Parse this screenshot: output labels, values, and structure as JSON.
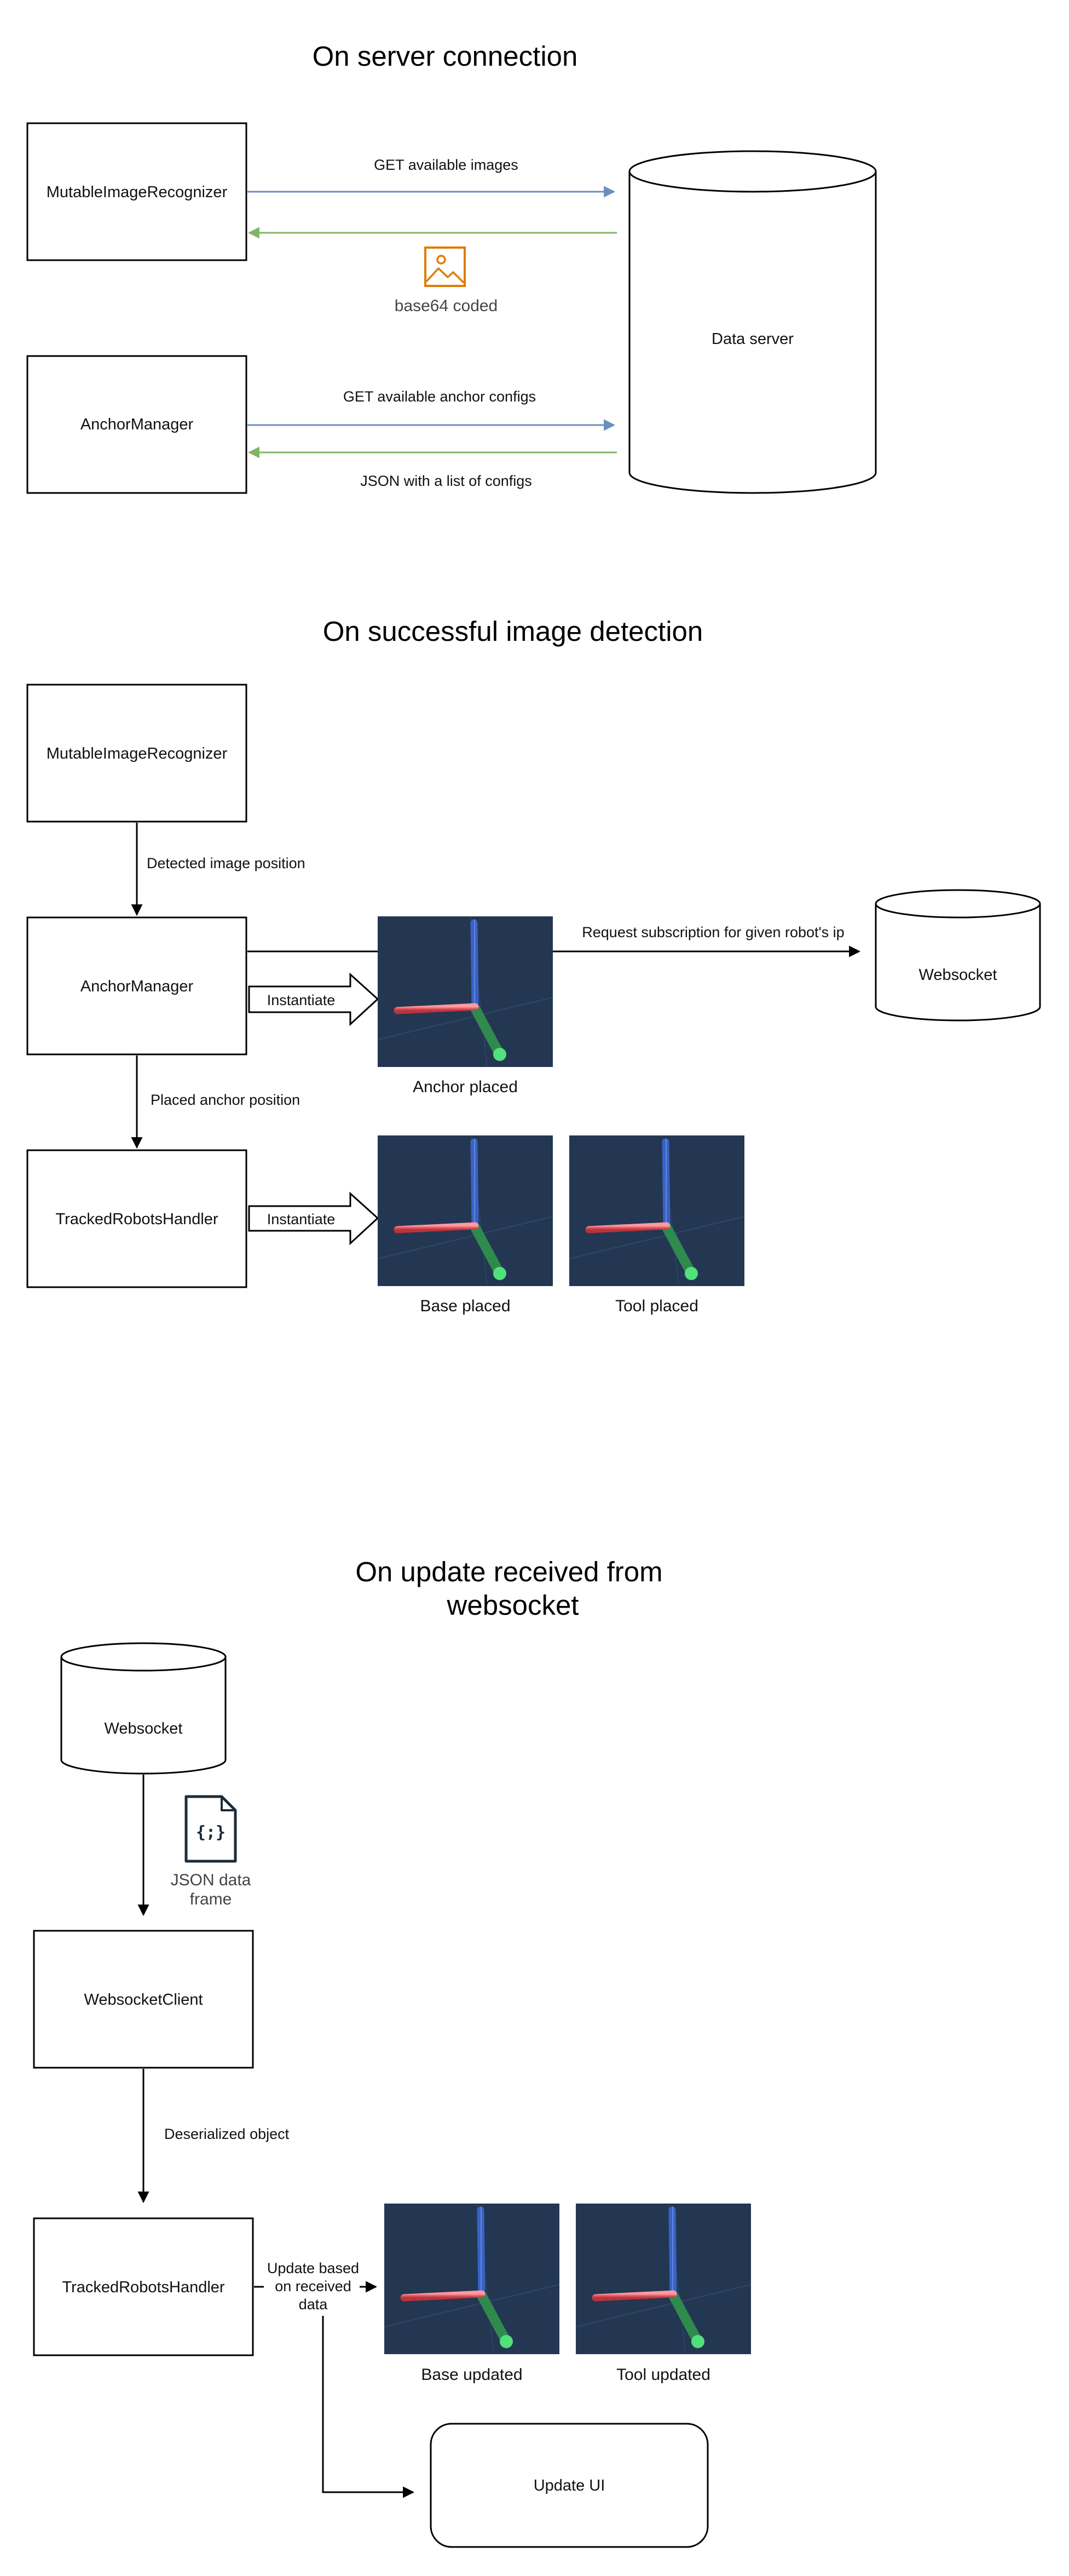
{
  "sections": {
    "s1": {
      "title": "On server connection",
      "recognizer": "MutableImageRecognizer",
      "anchor_manager": "AnchorManager",
      "data_server": "Data server",
      "get_images": "GET available images",
      "base64": "base64 coded",
      "get_configs": "GET available anchor configs",
      "json_list": "JSON with a list of configs"
    },
    "s2": {
      "title": "On successful image detection",
      "recognizer": "MutableImageRecognizer",
      "detected_position": "Detected image position",
      "anchor_manager": "AnchorManager",
      "instantiate_1": "Instantiate",
      "request_subscription": "Request subscription for given robot's ip",
      "websocket": "Websocket",
      "anchor_placed": "Anchor placed",
      "placed_anchor_position": "Placed anchor position",
      "tracked_handler": "TrackedRobotsHandler",
      "instantiate_2": "Instantiate",
      "base_placed": "Base placed",
      "tool_placed": "Tool placed"
    },
    "s3": {
      "title_line1": "On update received from",
      "title_line2": "websocket",
      "websocket": "Websocket",
      "json_frame_line1": "JSON data",
      "json_frame_line2": "frame",
      "json_icon_text": "{;}",
      "websocket_client": "WebsocketClient",
      "deserialized": "Deserialized object",
      "tracked_handler": "TrackedRobotsHandler",
      "update_line1": "Update based",
      "update_line2": "on received",
      "update_line3": "data",
      "base_updated": "Base updated",
      "tool_updated": "Tool updated",
      "update_ui": "Update UI"
    }
  },
  "colors": {
    "request_arrow": "#6c8ebf",
    "response_arrow": "#82b366",
    "image_icon": "#e07b00",
    "gizmo_bg": "#233752",
    "x_axis": "#e0575f",
    "y_axis": "#4f80e8",
    "z_axis": "#2f8a4e",
    "z_tip": "#52e07c"
  },
  "icons": [
    "image-icon",
    "json-file-icon",
    "axis-gizmo-icon"
  ]
}
